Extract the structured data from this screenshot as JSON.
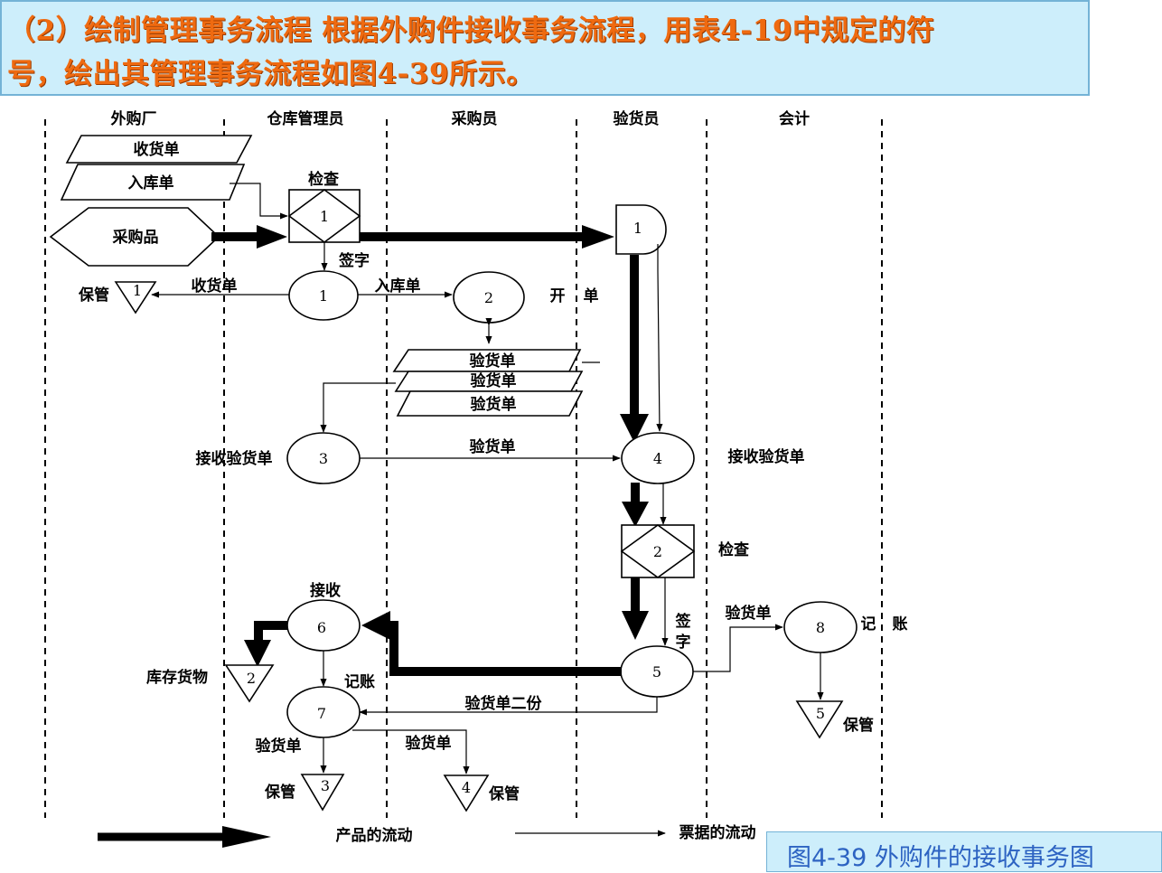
{
  "header": {
    "line1": "（2）绘制管理事务流程 根据外购件接收事务流程，用表4-19中规定的符",
    "line2": "号，绘出其管理事务流程如图4-39所示。"
  },
  "lanes": [
    "外购厂",
    "仓库管理员",
    "采购员",
    "验货员",
    "会计"
  ],
  "documents": {
    "receipt_doc": "收货单",
    "storage_doc": "入库单",
    "inspection_doc_a": "验货单",
    "inspection_doc_b": "验货单",
    "inspection_doc_c": "验货单"
  },
  "purchase_goods": "采购品",
  "inspection_boxes": [
    {
      "num": "1",
      "label": "检查"
    },
    {
      "num": "2",
      "label": "检查"
    }
  ],
  "processes": [
    {
      "num": "1"
    },
    {
      "num": "2"
    },
    {
      "num": "3"
    },
    {
      "num": "4"
    },
    {
      "num": "5"
    },
    {
      "num": "6"
    },
    {
      "num": "7"
    },
    {
      "num": "8"
    }
  ],
  "delay_num": "1",
  "storages": [
    {
      "num": "1",
      "label": "保管"
    },
    {
      "num": "2",
      "label": "库存货物"
    },
    {
      "num": "3",
      "label": "保管"
    },
    {
      "num": "4",
      "label": "保管"
    },
    {
      "num": "5",
      "label": "保管"
    }
  ],
  "labels": {
    "sign1": "签字",
    "receipt_flow": "收货单",
    "storage_flow": "入库单",
    "open_doc": "开",
    "open_doc_2": "单",
    "receive_inspection_3": "接收验货单",
    "inspection_flow_3_4": "验货单",
    "receive_inspection_4": "接收验货单",
    "sign2_a": "签",
    "sign2_b": "字",
    "inspection_to_8": "验货单",
    "post_a": "记",
    "post_b": "账",
    "receive_6": "接收",
    "post_7": "记账",
    "two_copies": "验货单二份",
    "inspection_to_st3": "验货单",
    "inspection_to_st4": "验货单"
  },
  "legend": {
    "product_flow": "产品的流动",
    "document_flow": "票据的流动"
  },
  "caption": "图4-39 外购件的接收事务图"
}
